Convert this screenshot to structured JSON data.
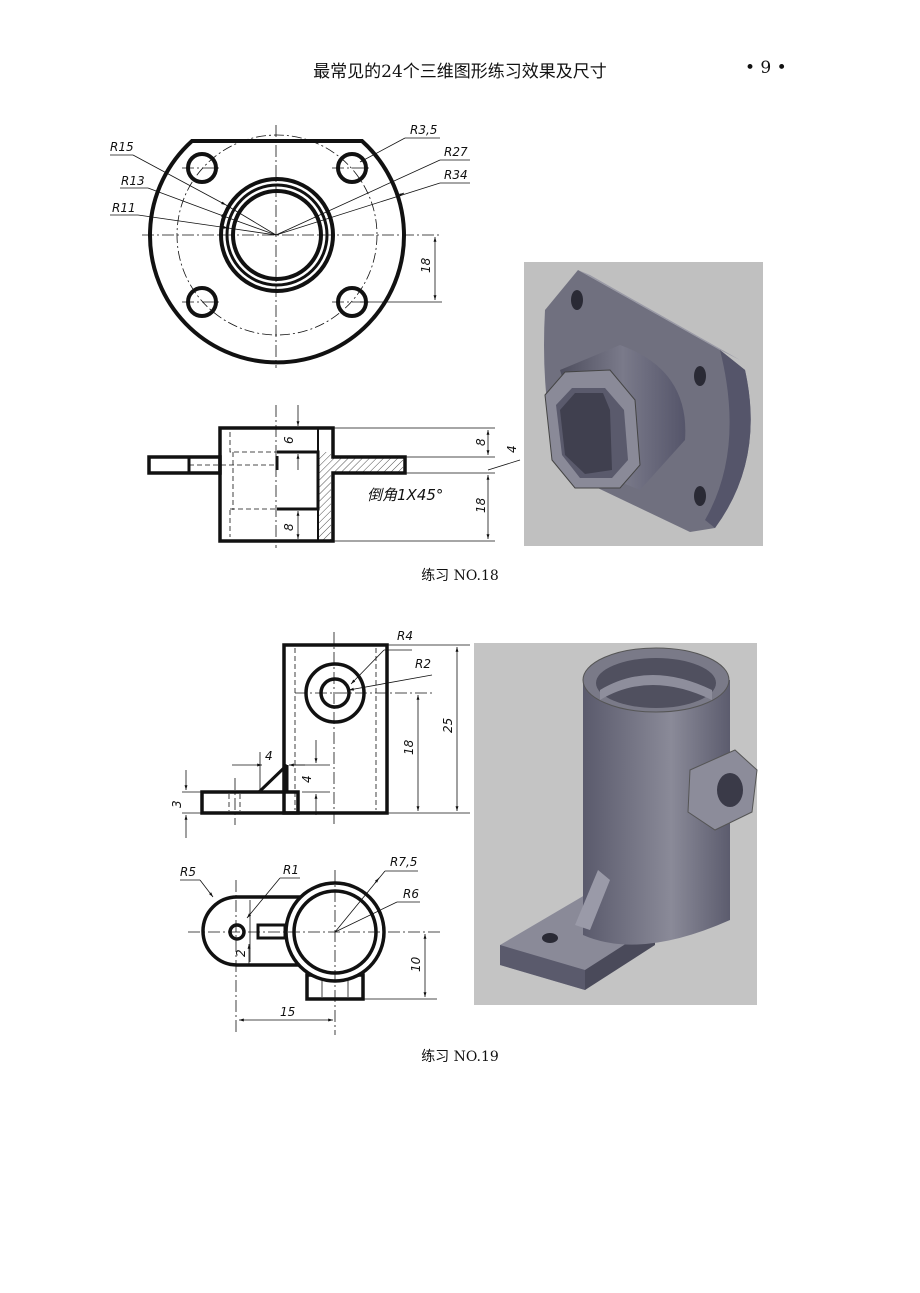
{
  "header": {
    "title": "最常见的24个三维图形练习效果及尺寸",
    "page_number": "• 9 •"
  },
  "exercise18": {
    "caption": "练习 NO.18",
    "top_view": {
      "r15": "R15",
      "r13": "R13",
      "r11": "R11",
      "r35": "R3,5",
      "r27": "R27",
      "r34": "R34",
      "d18": "18"
    },
    "section_view": {
      "d6": "6",
      "d8a": "8",
      "d8b": "8",
      "d4": "4",
      "d18": "18",
      "chamfer": "倒角1X45°"
    },
    "render_bg": "#c0c0c0"
  },
  "exercise19": {
    "caption": "练习 NO.19",
    "front_view": {
      "r4": "R4",
      "r2": "R2",
      "d25": "25",
      "d18": "18",
      "d4h": "4",
      "d4v": "4",
      "d3": "3"
    },
    "top_view": {
      "r5": "R5",
      "r1": "R1",
      "r75": "R7,5",
      "r6": "R6",
      "d2": "2",
      "d10": "10",
      "d15": "15"
    },
    "render_bg": "#c4c4c4"
  }
}
